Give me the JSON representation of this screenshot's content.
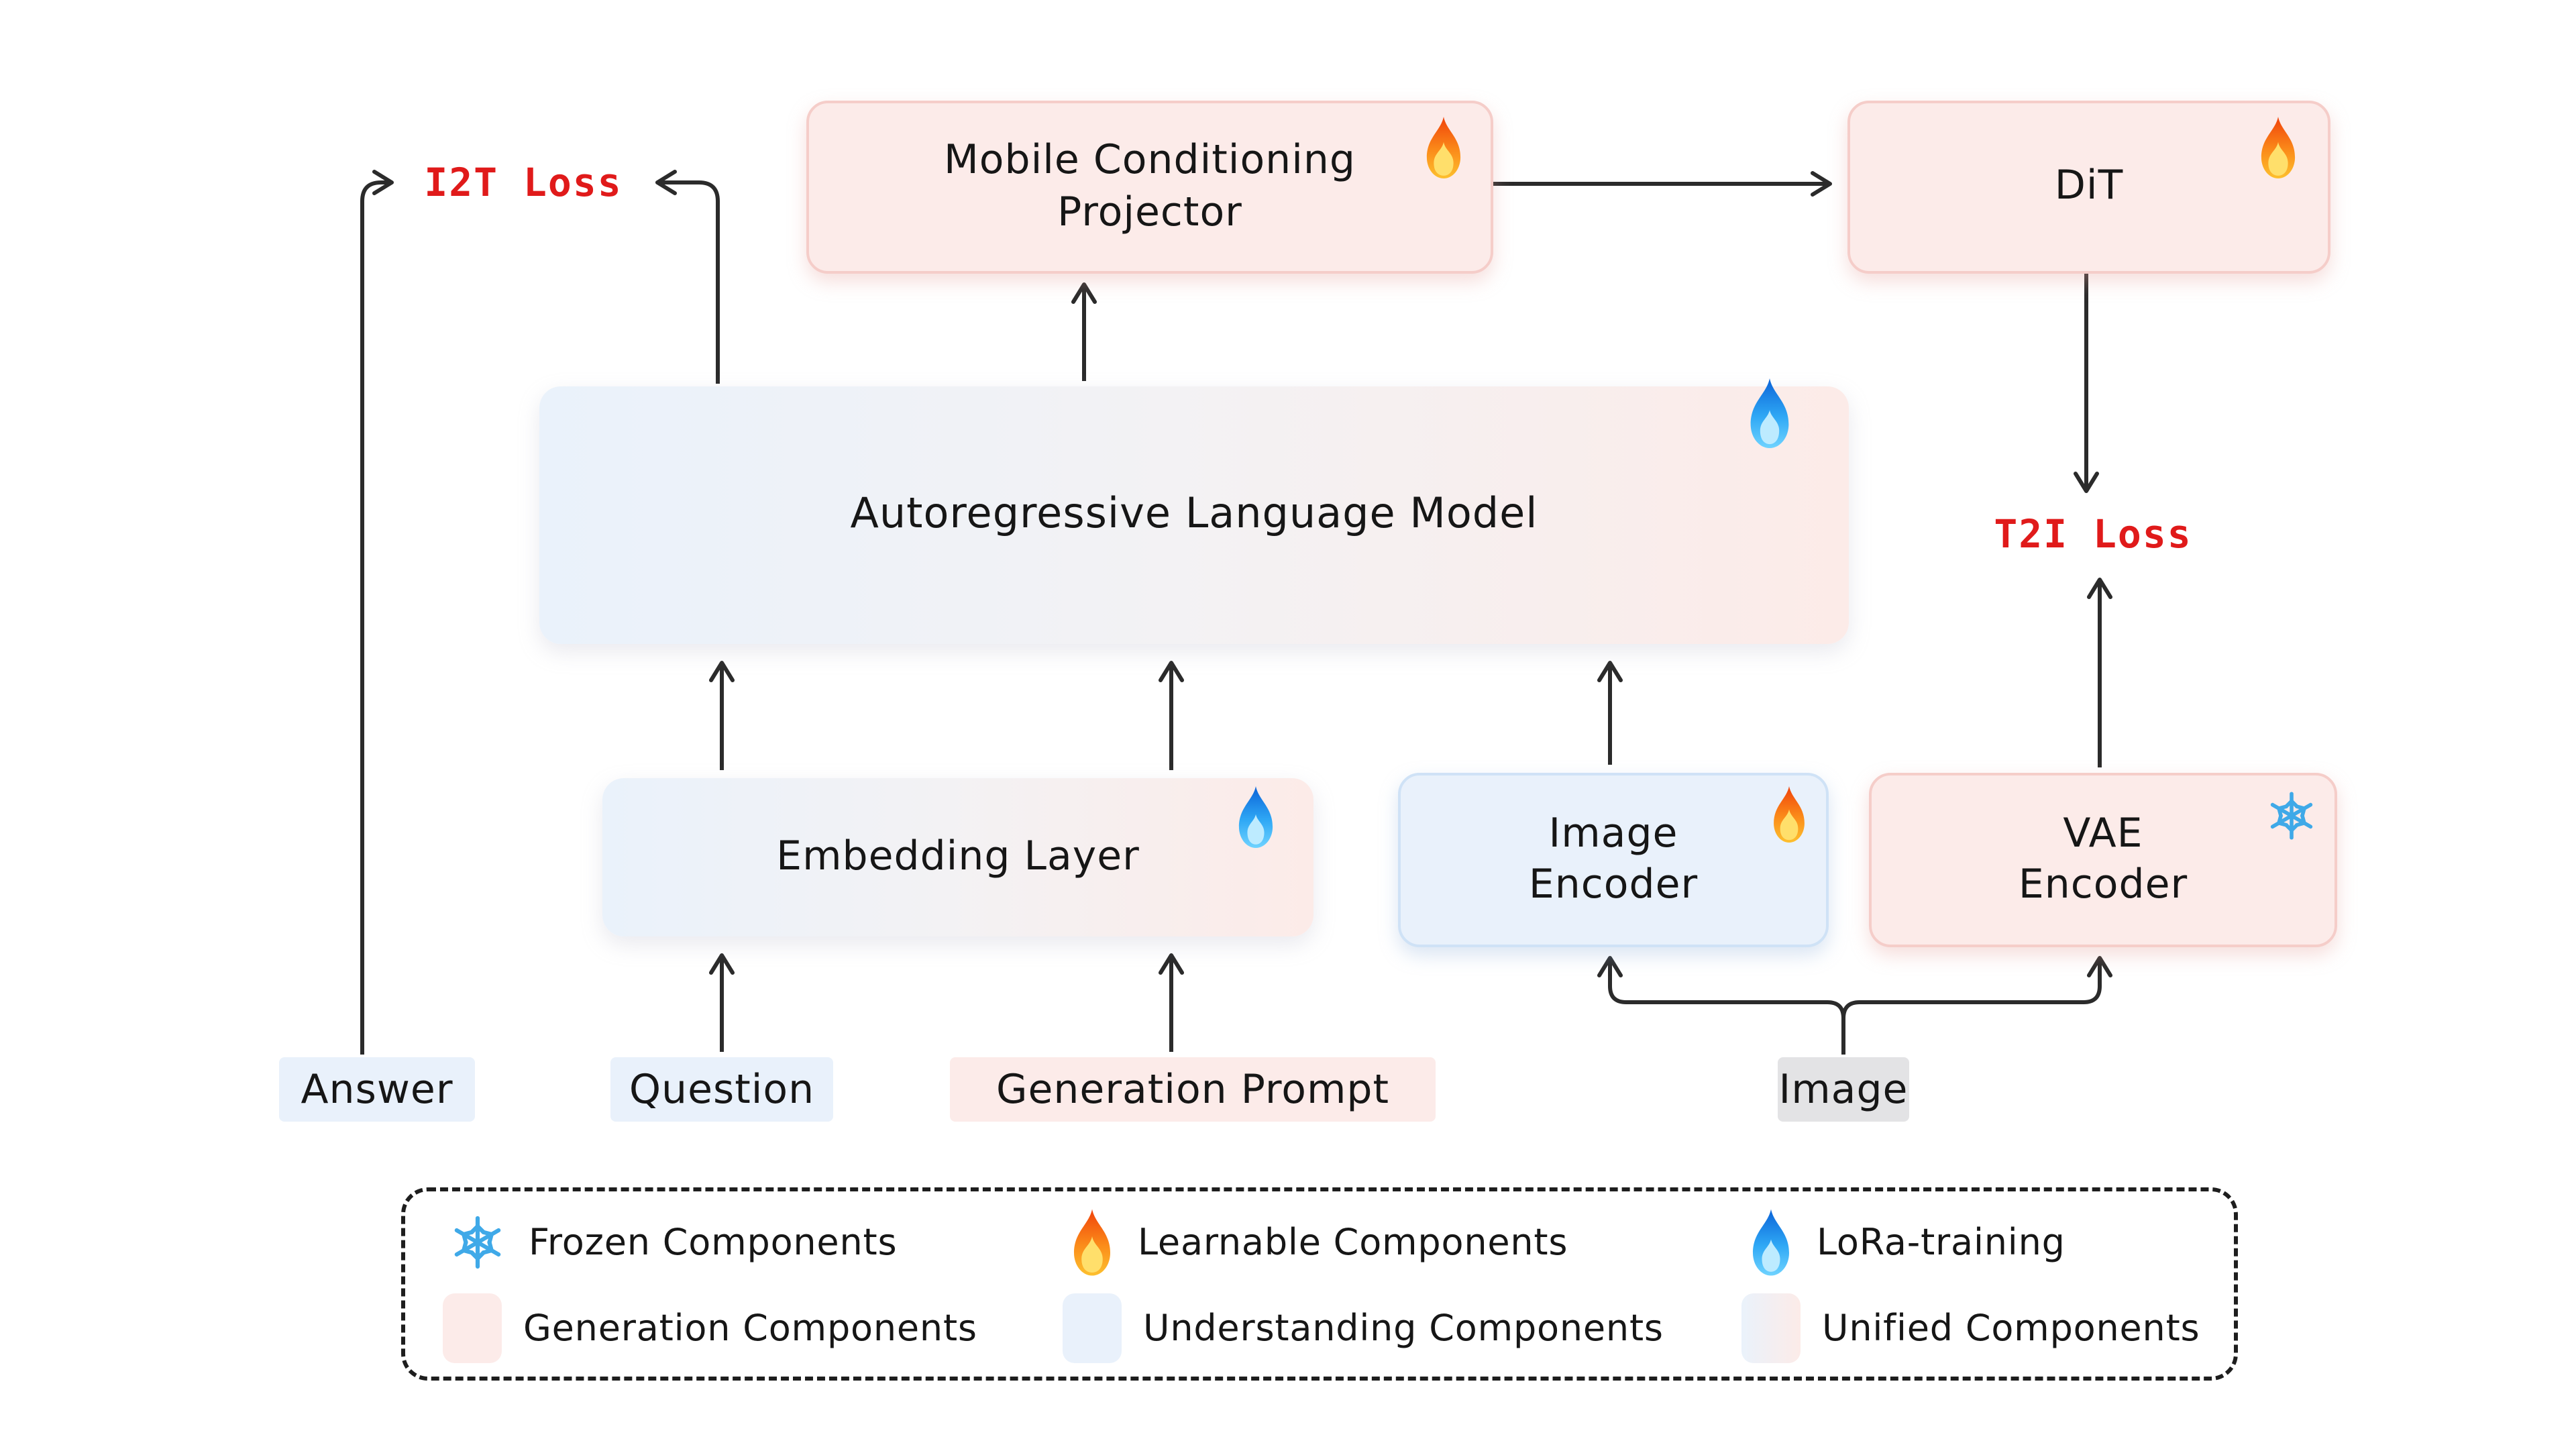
{
  "figure": {
    "nodes": {
      "mcp": {
        "lines": [
          "Mobile Conditioning",
          "Projector"
        ],
        "status_icon": "flame"
      },
      "dit": {
        "label": "DiT",
        "status_icon": "flame"
      },
      "alm": {
        "label": "Autoregressive Language Model",
        "status_icon": "blue-flame"
      },
      "embedding": {
        "label": "Embedding Layer",
        "status_icon": "blue-flame"
      },
      "image_encoder": {
        "lines": [
          "Image",
          "Encoder"
        ],
        "status_icon": "flame"
      },
      "vae_encoder": {
        "lines": [
          "VAE",
          "Encoder"
        ],
        "status_icon": "snowflake"
      }
    },
    "losses": {
      "i2t": "I2T Loss",
      "t2i": "T2I Loss"
    },
    "inputs": {
      "answer": "Answer",
      "question": "Question",
      "generation_prompt": "Generation Prompt",
      "image": "Image"
    },
    "legend": {
      "items": [
        {
          "icon": "snowflake-icon",
          "label": "Frozen Components"
        },
        {
          "icon": "flame-icon",
          "label": "Learnable Components"
        },
        {
          "icon": "blue-flame-icon",
          "label": "LoRa-training"
        },
        {
          "icon": "generation-swatch",
          "label": "Generation Components"
        },
        {
          "icon": "understanding-swatch",
          "label": "Understanding Components"
        },
        {
          "icon": "unified-swatch",
          "label": "Unified Components"
        }
      ]
    }
  },
  "colors": {
    "line": "#2b2b2b",
    "loss-red": "#e01a1a",
    "pink-fill": "#fcebe9",
    "pink-border": "#f5cdc9",
    "blue-fill": "#e9f1fb",
    "blue-border": "#cfe2f6",
    "gray-fill": "#e3e3e5",
    "grad-blue": "#eaf2fb",
    "grad-pink": "#fcebe8"
  }
}
